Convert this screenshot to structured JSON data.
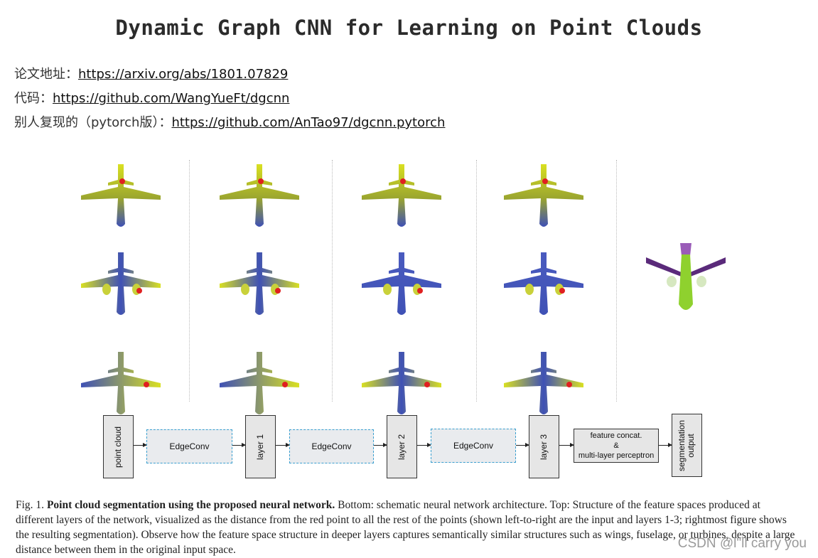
{
  "page": {
    "title": "Dynamic Graph CNN for Learning on Point Clouds",
    "links": [
      {
        "label": "论文地址：",
        "url": "https://arxiv.org/abs/1801.07829"
      },
      {
        "label": "代码：",
        "url": "https://github.com/WangYueFt/dgcnn"
      },
      {
        "label": "别人复现的（pytorch版）：",
        "url": "https://github.com/AnTao97/dgcnn.pytorch"
      }
    ]
  },
  "figure": {
    "blocks": {
      "input": "point cloud",
      "edgeconv1": "EdgeConv",
      "layer1": "layer 1",
      "edgeconv2": "EdgeConv",
      "layer2": "layer 2",
      "edgeconv3": "EdgeConv",
      "layer3": "layer 3",
      "concat_line1": "feature concat.",
      "concat_line2": "&",
      "concat_line3": "multi-layer perceptron",
      "output": "segmentation output"
    },
    "colors": {
      "low": "#3f51b5",
      "high": "#d9e021",
      "query_point": "#e02020",
      "seg_body": "#8fd12e",
      "seg_wing": "#5a2a7a",
      "seg_engine": "#d6e8c0"
    },
    "caption": {
      "fig": "Fig. 1.",
      "bold": "Point cloud segmentation using the proposed neural network.",
      "text": "Bottom: schematic neural network architecture. Top: Structure of the feature spaces produced at different layers of the network, visualized as the distance from the red point to all the rest of the points (shown left-to-right are the input and layers 1-3; rightmost figure shows the resulting segmentation). Observe how the feature space structure in deeper layers captures semantically similar structures such as wings, fuselage, or turbines, despite a large distance between them in the original input space."
    }
  },
  "watermark": "CSDN @l\"ll  carry  you"
}
